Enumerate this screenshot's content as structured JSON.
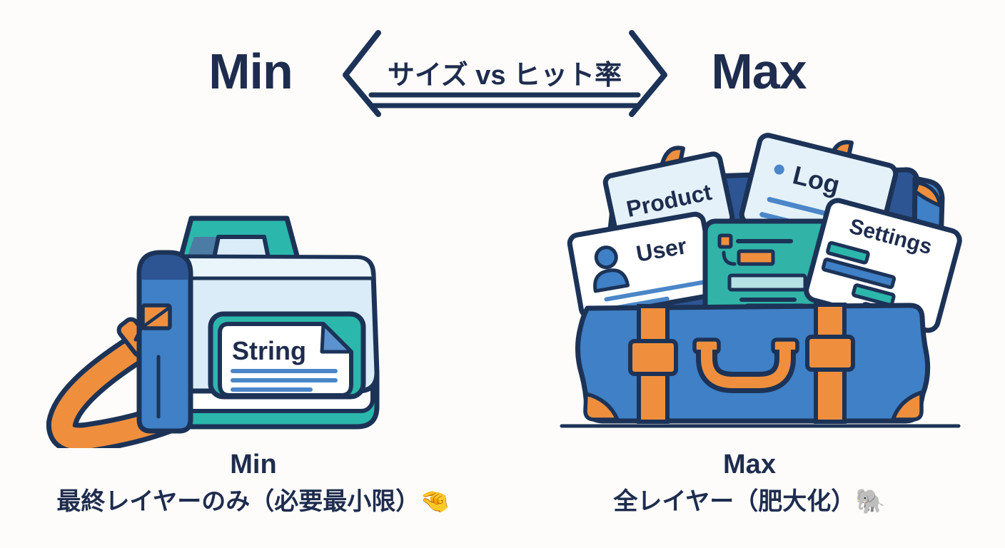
{
  "header": {
    "min_label": "Min",
    "max_label": "Max",
    "arrow_label": "サイズ vs ヒット率"
  },
  "min_side": {
    "document_label": "String",
    "caption_title": "Min",
    "caption_sub": "最終レイヤーのみ（必要最小限）🤏"
  },
  "max_side": {
    "cards": {
      "product": "Product",
      "log": "Log",
      "user": "User",
      "settings": "Settings"
    },
    "caption_title": "Max",
    "caption_sub": "全レイヤー（肥大化）🐘"
  },
  "colors": {
    "ink": "#1e2c4e",
    "outline": "#1c3357",
    "blue": "#3f80c6",
    "dark_blue": "#2d5593",
    "teal": "#2cb7ac",
    "panel_teal": "#31b3a8",
    "orange": "#ef8f3e",
    "card_light": "#e4f1f9",
    "flap_light": "#d9ecf7",
    "flap_top": "#e9f5fb",
    "line_blue": "#4a86c8",
    "light_teal": "#b5e0e4",
    "fold_blue": "#5b93d0",
    "handle_shade": "#4c7ba3",
    "background": "#fdfcfa"
  }
}
